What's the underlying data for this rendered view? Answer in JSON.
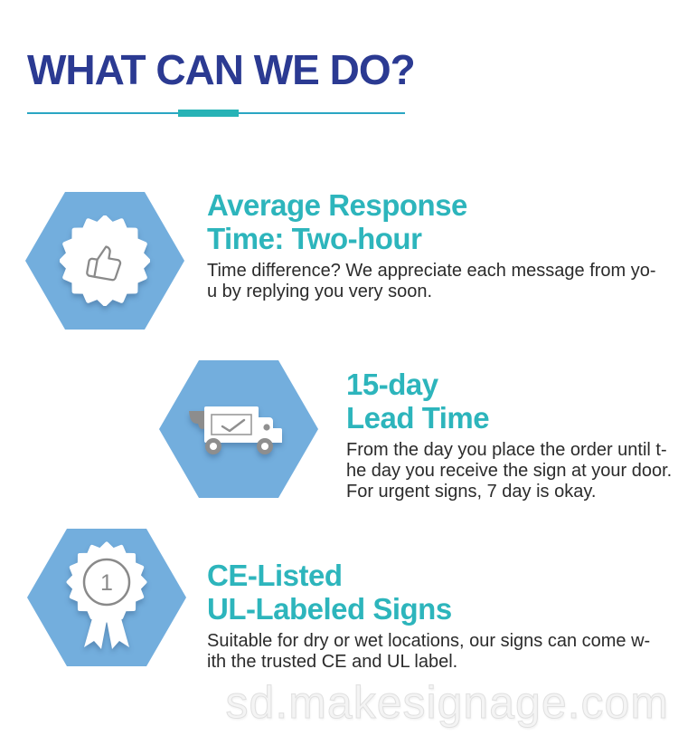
{
  "page": {
    "title": "WHAT CAN WE DO?",
    "watermark": "sd.makesignage.com"
  },
  "colors": {
    "title_navy": "#2b3a92",
    "heading_teal": "#2db5bc",
    "divider_teal": "#27b3b6",
    "divider_line": "#2aa6c3",
    "hexagon_blue": "#73aedd",
    "body_text": "#2b2b2b",
    "icon_gray": "#8a8a8a",
    "watermark_gray": "#e0e0e0"
  },
  "sections": [
    {
      "id": "response-time",
      "icon": "thumbs-up-badge-icon",
      "heading_lines": [
        "Average Response",
        "Time: Two-hour"
      ],
      "body_lines": [
        "Time difference? We appreciate each message from yo-",
        "u by replying you very soon."
      ]
    },
    {
      "id": "lead-time",
      "icon": "delivery-truck-icon",
      "heading_lines": [
        "15-day",
        "Lead Time"
      ],
      "body_lines": [
        "From the day you place the order until t-",
        "he day you receive the sign at your door.",
        "For urgent signs, 7 day is okay."
      ]
    },
    {
      "id": "certification",
      "icon": "award-ribbon-icon",
      "heading_lines": [
        "CE-Listed",
        "UL-Labeled Signs"
      ],
      "body_lines": [
        "Suitable for dry or wet locations, our signs can come w-",
        "ith the trusted CE and UL label."
      ]
    }
  ],
  "award_badge": {
    "rank": "1"
  }
}
